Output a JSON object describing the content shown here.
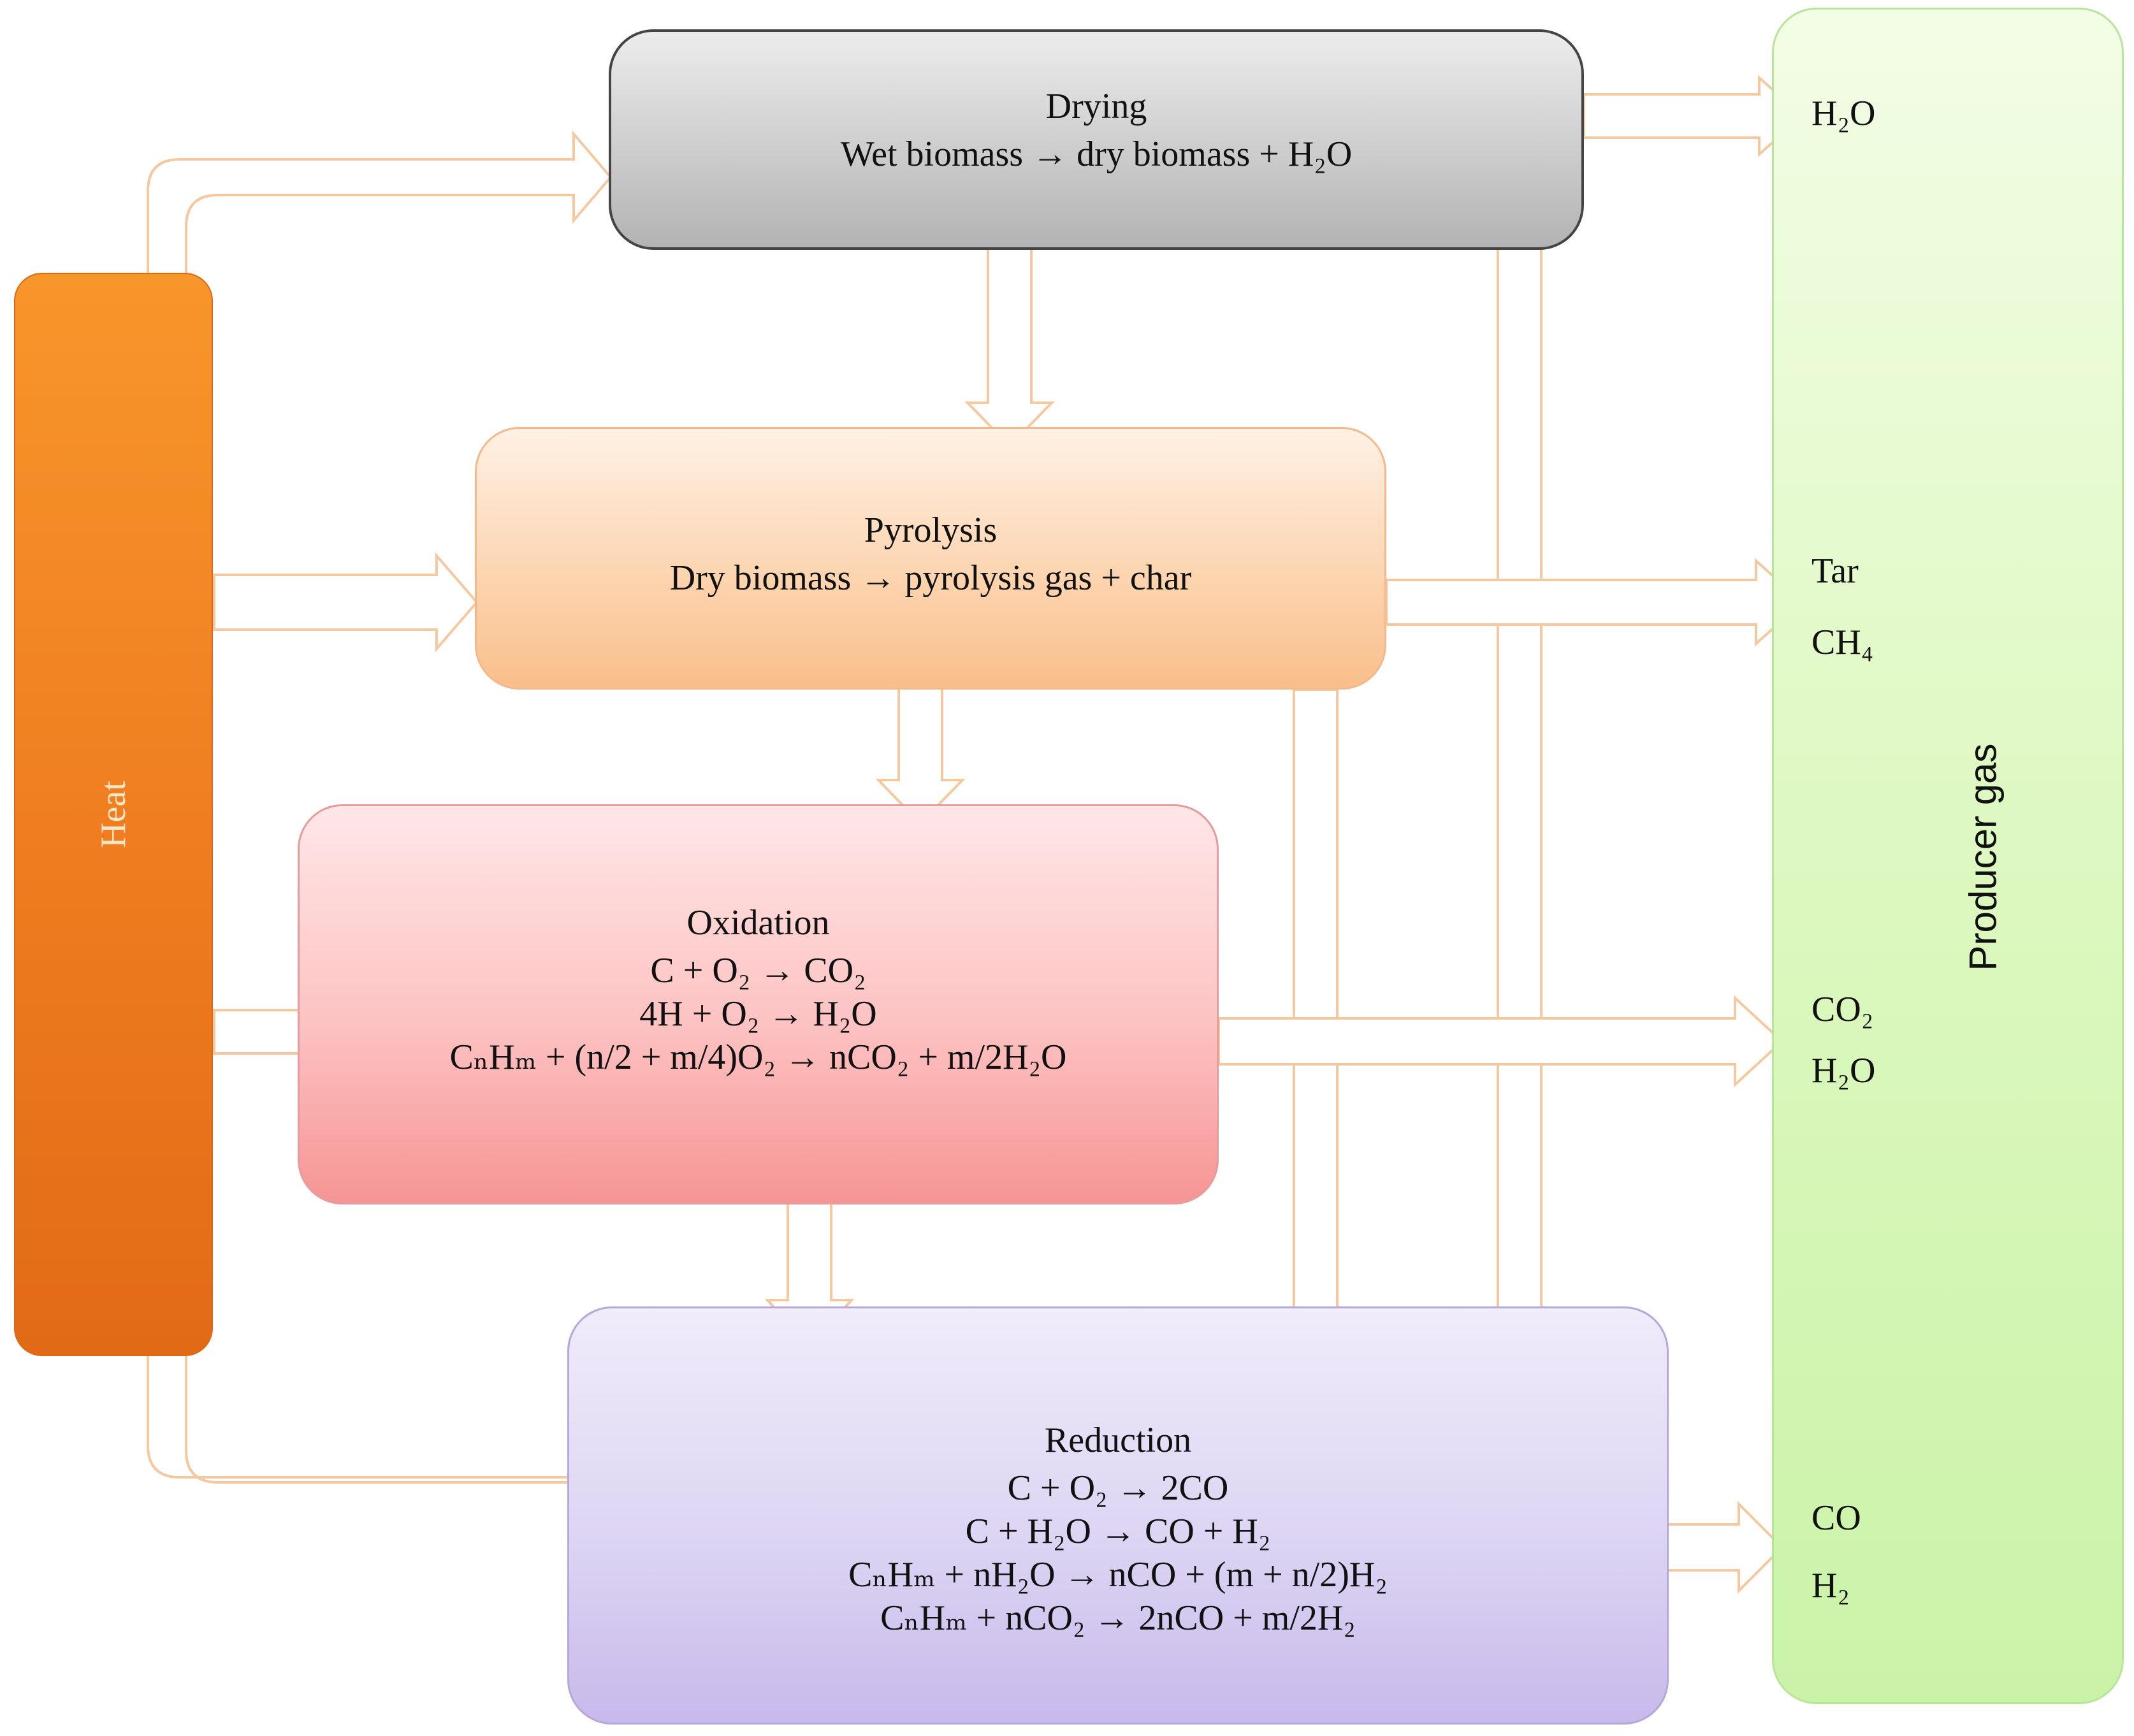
{
  "heat": {
    "label": "Heat"
  },
  "producer_gas": {
    "label": "Producer gas"
  },
  "stages": {
    "drying": {
      "title": "Drying",
      "equations": [
        "Wet biomass → dry biomass + H₂O"
      ]
    },
    "pyrolysis": {
      "title": "Pyrolysis",
      "equations": [
        "Dry biomass → pyrolysis gas + char"
      ]
    },
    "oxidation": {
      "title": "Oxidation",
      "equations": [
        "C + O₂ → CO₂",
        "4H + O₂ → H₂O",
        "CₙHₘ + (n/2 + m/4)O₂ → nCO₂ + m/2H₂O"
      ]
    },
    "reduction": {
      "title": "Reduction",
      "equations": [
        "C + O₂ → 2CO",
        "C + H₂O → CO + H₂",
        "CₙHₘ + nH₂O → nCO + (m + n/2)H₂",
        "CₙHₘ + nCO₂ → 2nCO + m/2H₂"
      ]
    }
  },
  "outputs": {
    "drying": [
      "H₂O"
    ],
    "pyrolysis": [
      "Tar",
      "CH₄"
    ],
    "oxidation": [
      "CO₂",
      "H₂O"
    ],
    "reduction": [
      "CO",
      "H₂"
    ]
  },
  "colors": {
    "arrow_outline": "#f4c9a0",
    "heat": "#ef7c1f",
    "producer_gas": "#dcf7bd",
    "drying": "#c9c9c9",
    "pyrolysis": "#fbcfa6",
    "oxidation": "#fbb2b2",
    "reduction": "#d6cdf0"
  }
}
